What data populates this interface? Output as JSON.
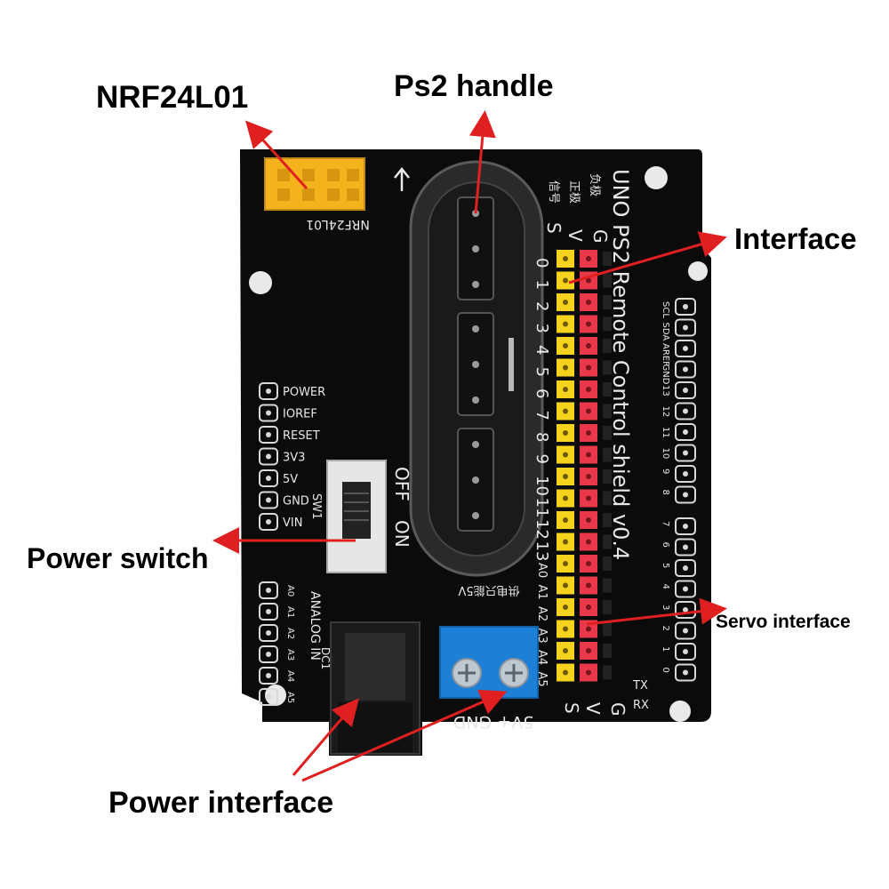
{
  "callouts": {
    "nrf": "NRF24L01",
    "ps2": "Ps2 handle",
    "interface": "Interface",
    "power_switch": "Power switch",
    "servo": "Servo interface",
    "power_interface": "Power interface"
  },
  "board": {
    "title_lines": [
      "UNO",
      "PS2",
      "Remote",
      "Control",
      "shield",
      "v0.4"
    ],
    "title": "UNO PS2 Remote Control shield v0.4",
    "header_top": [
      "负极",
      "正极",
      "信号"
    ],
    "header_marks": [
      "G",
      "V",
      "S"
    ],
    "nrf_silk": "NRF24L01",
    "off_label": "OFF",
    "on_label": "ON",
    "sw_label": "SW1",
    "dc_label": "DC1",
    "analog_label": "ANALOG IN",
    "power_pins": [
      "POWER",
      "IOREF",
      "RESET",
      "3V3",
      "5V",
      "GND",
      "VIN"
    ],
    "analog_pins": [
      "A0",
      "A1",
      "A2",
      "A3",
      "A4",
      "A5"
    ],
    "digital_pins": [
      "0",
      "1",
      "2",
      "3",
      "4",
      "5",
      "6",
      "7",
      "8",
      "9",
      "10",
      "11",
      "12",
      "13",
      "A0",
      "A1",
      "A2",
      "A3",
      "A4",
      "A5"
    ],
    "right_pins": [
      "SCL",
      "SDA",
      "AREF",
      "GND",
      "13",
      "12",
      "11",
      "10",
      "9",
      "8",
      "7",
      "6",
      "5",
      "4",
      "3",
      "2",
      "1",
      "0"
    ],
    "tx": "TX",
    "rx": "RX",
    "terminal_label": "5V+ GND",
    "terminal_top": "供电只能5V",
    "bottom_marks": [
      "S",
      "V",
      "G"
    ]
  },
  "colors": {
    "board": "#0b0b0b",
    "arrow": "#e02020",
    "yellow_header": "#f5d31c",
    "red_header": "#e8384a",
    "terminal": "#1e7fd6"
  }
}
